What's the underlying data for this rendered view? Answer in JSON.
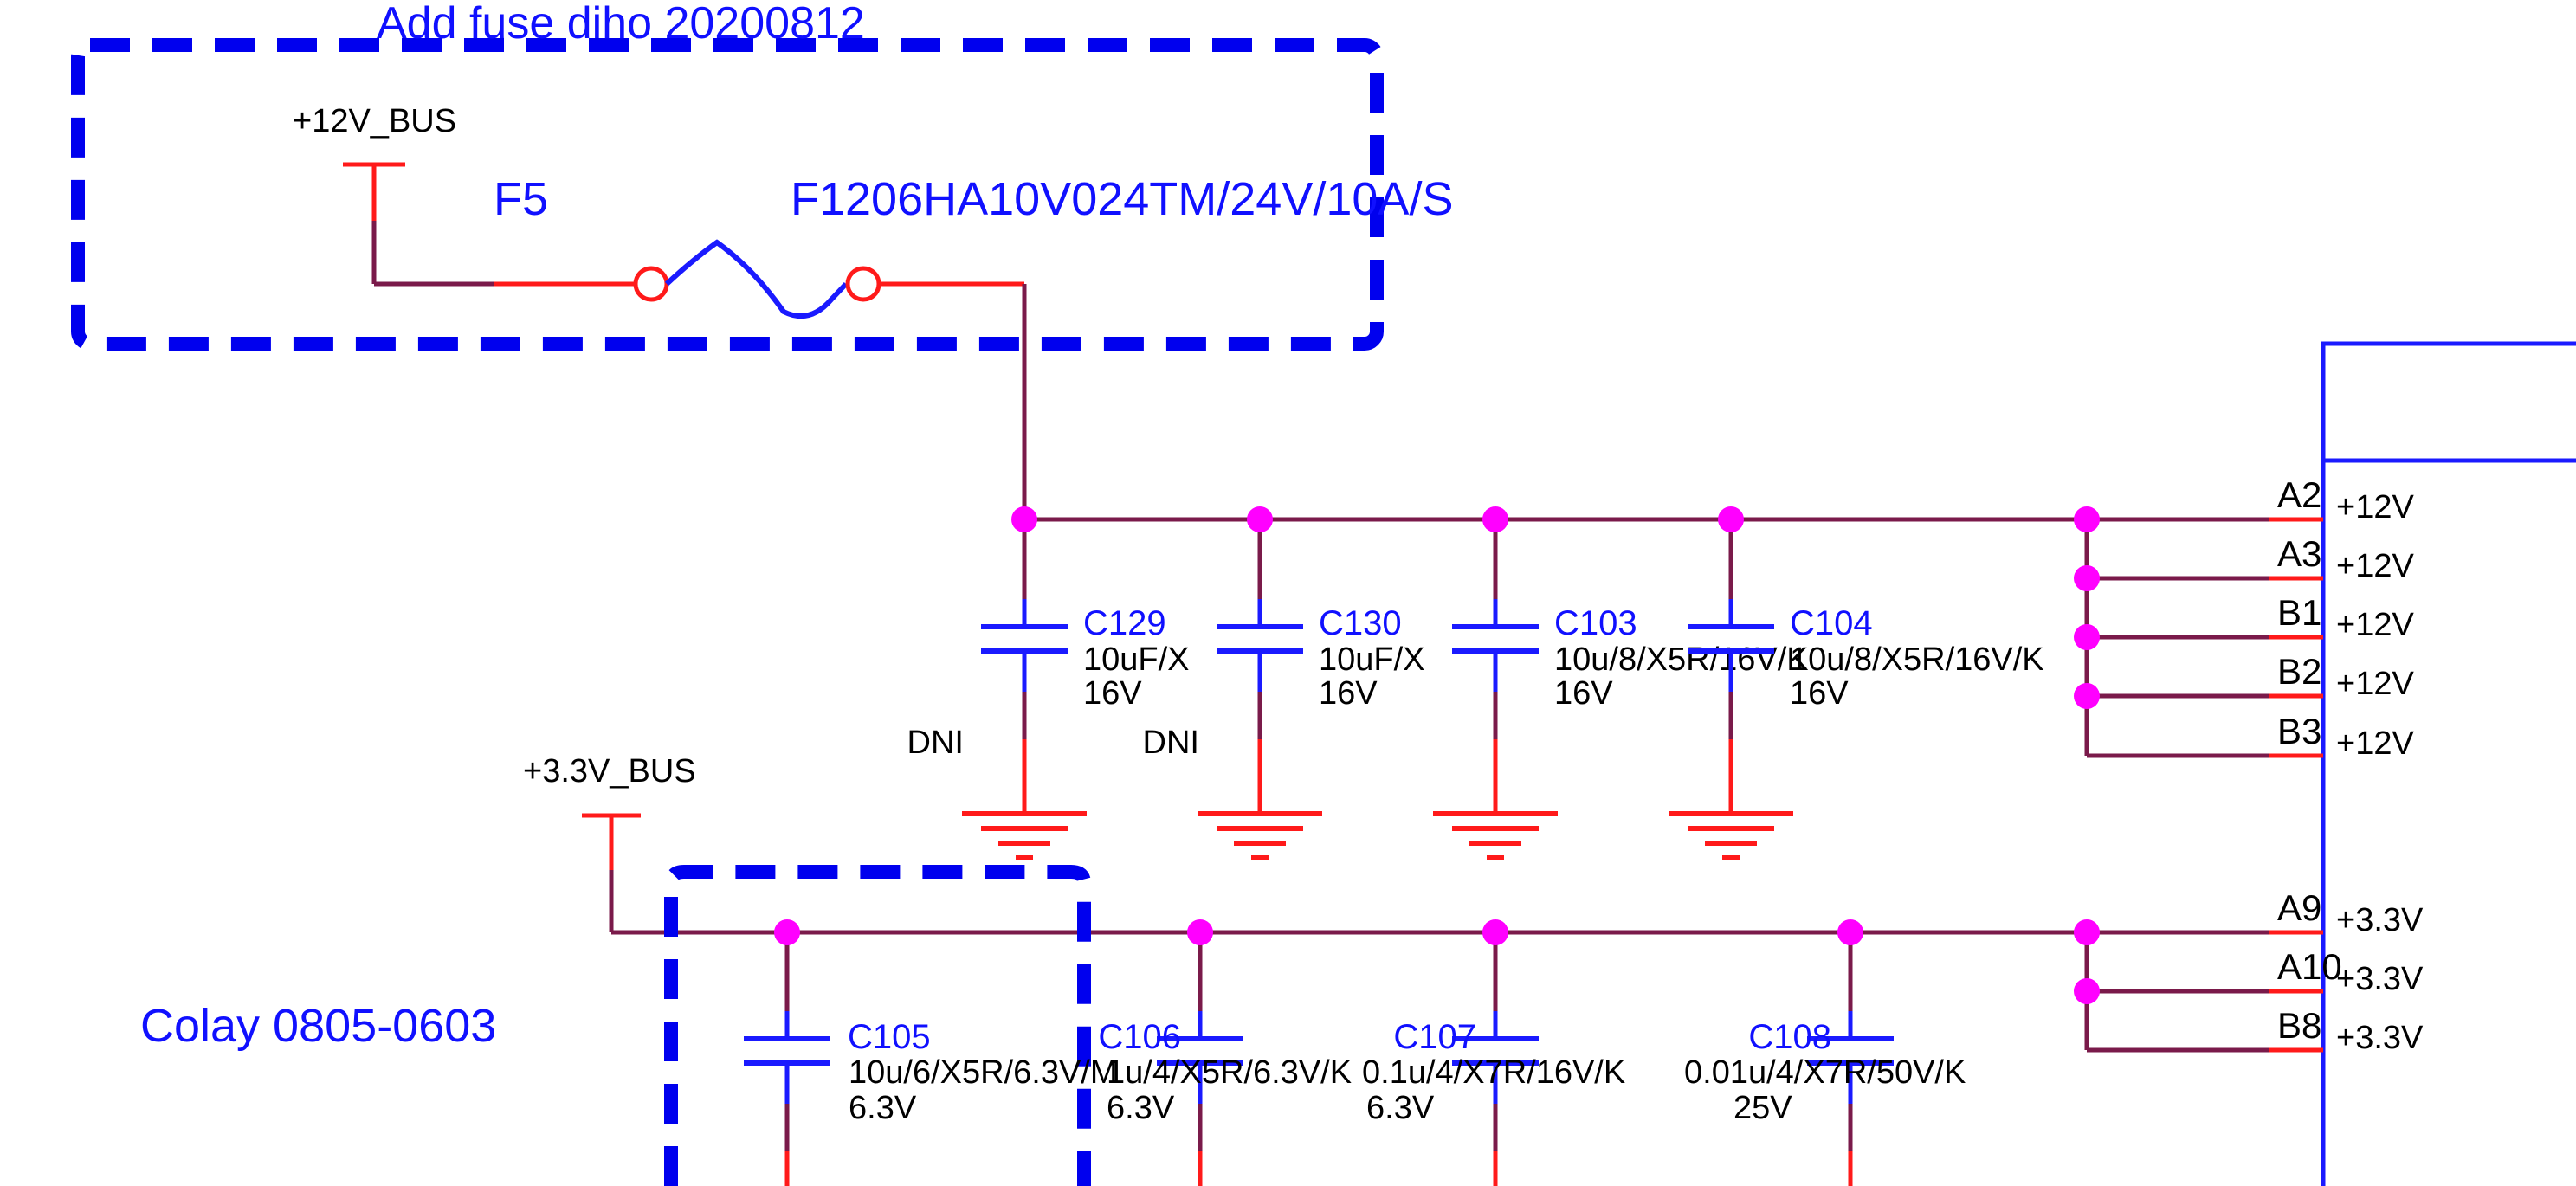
{
  "colors": {
    "wire": "#7a1a4a",
    "pin": "#ff1a1a",
    "component": "#1a1aff",
    "junction": "#ff00ff",
    "annotation_box": "#0000ee",
    "text_blue": "#1010ff",
    "text_black": "#000000"
  },
  "notes": {
    "fuse_box_title": "Add fuse diho 20200812",
    "colay_note": "Colay 0805-0603"
  },
  "power": {
    "bus12": "+12V_BUS",
    "bus33": "+3.3V_BUS"
  },
  "fuse": {
    "ref": "F5",
    "part": "F1206HA10V024TM/24V/10A/S"
  },
  "caps12": [
    {
      "ref": "C129",
      "value": "10uF/X",
      "voltage": "16V",
      "note": "DNI"
    },
    {
      "ref": "C130",
      "value": "10uF/X",
      "voltage": "16V",
      "note": "DNI"
    },
    {
      "ref": "C103",
      "value": "10u/8/X5R/16V/K",
      "voltage": "16V",
      "note": ""
    },
    {
      "ref": "C104",
      "value": "10u/8/X5R/16V/K",
      "voltage": "16V",
      "note": ""
    }
  ],
  "caps33": [
    {
      "ref": "C105",
      "value": "10u/6/X5R/6.3V/M",
      "voltage": "6.3V"
    },
    {
      "ref": "C106",
      "value": "1u/4/X5R/6.3V/K",
      "voltage": "6.3V"
    },
    {
      "ref": "C107",
      "value": "0.1u/4/X7R/16V/K",
      "voltage": "6.3V"
    },
    {
      "ref": "C108",
      "value": "0.01u/4/X7R/50V/K",
      "voltage": "25V"
    }
  ],
  "connector": {
    "pins": [
      {
        "pin": "A2",
        "net": "+12V"
      },
      {
        "pin": "A3",
        "net": "+12V"
      },
      {
        "pin": "B1",
        "net": "+12V"
      },
      {
        "pin": "B2",
        "net": "+12V"
      },
      {
        "pin": "B3",
        "net": "+12V"
      },
      {
        "pin": "A9",
        "net": "+3.3V"
      },
      {
        "pin": "A10",
        "net": "+3.3V"
      },
      {
        "pin": "B8",
        "net": "+3.3V"
      }
    ]
  }
}
